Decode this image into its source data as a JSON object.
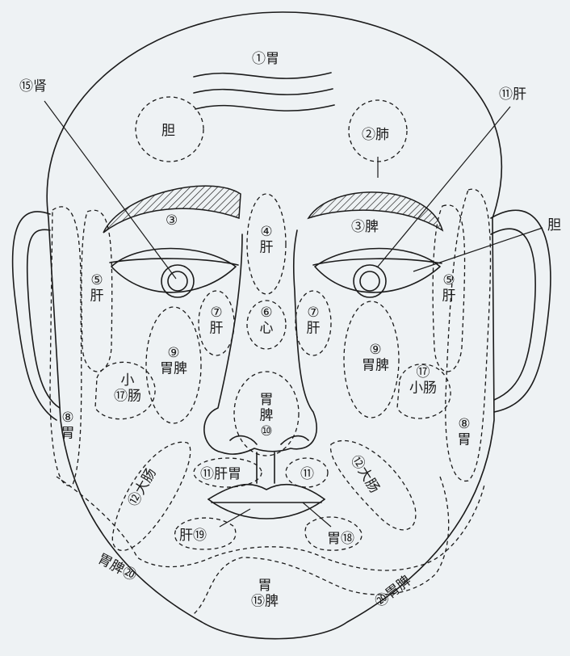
{
  "labels": {
    "forehead_stomach": "①胃",
    "kidney_top_left": "⑮肾",
    "liver_top_right": "⑪肝",
    "gallbladder_forehead": "胆",
    "lung": "②肺",
    "brow_left": "③",
    "brow_right": "③脾",
    "gallbladder_ear": "胆",
    "nose_bridge": "④\n肝",
    "heart": "⑥\n心",
    "cheek_liver_left": "⑦\n肝",
    "cheek_liver_right": "⑦\n肝",
    "temple_liver_left": "⑤\n肝",
    "temple_liver_right": "⑤\n肝",
    "stomach_spleen_left": "⑨\n胃脾",
    "stomach_spleen_right": "⑨\n胃脾",
    "small_intestine_left": "小\n⑰肠",
    "small_intestine_right": "⑰\n小肠",
    "nose_tip": "胃\n脾\n⑩",
    "ear_stomach_left": "⑧\n胃",
    "ear_stomach_right": "⑧\n胃",
    "large_intestine_left": "⑫大肠",
    "large_intestine_right": "⑫大肠",
    "philtrum_left": "⑪肝胃",
    "philtrum_right": "⑪",
    "lip_left": "肝⑲",
    "lip_right": "胃⑱",
    "jaw_left": "胃脾⑳",
    "jaw_right": "⑳胃脾",
    "chin": "胃\n⑮脾"
  }
}
